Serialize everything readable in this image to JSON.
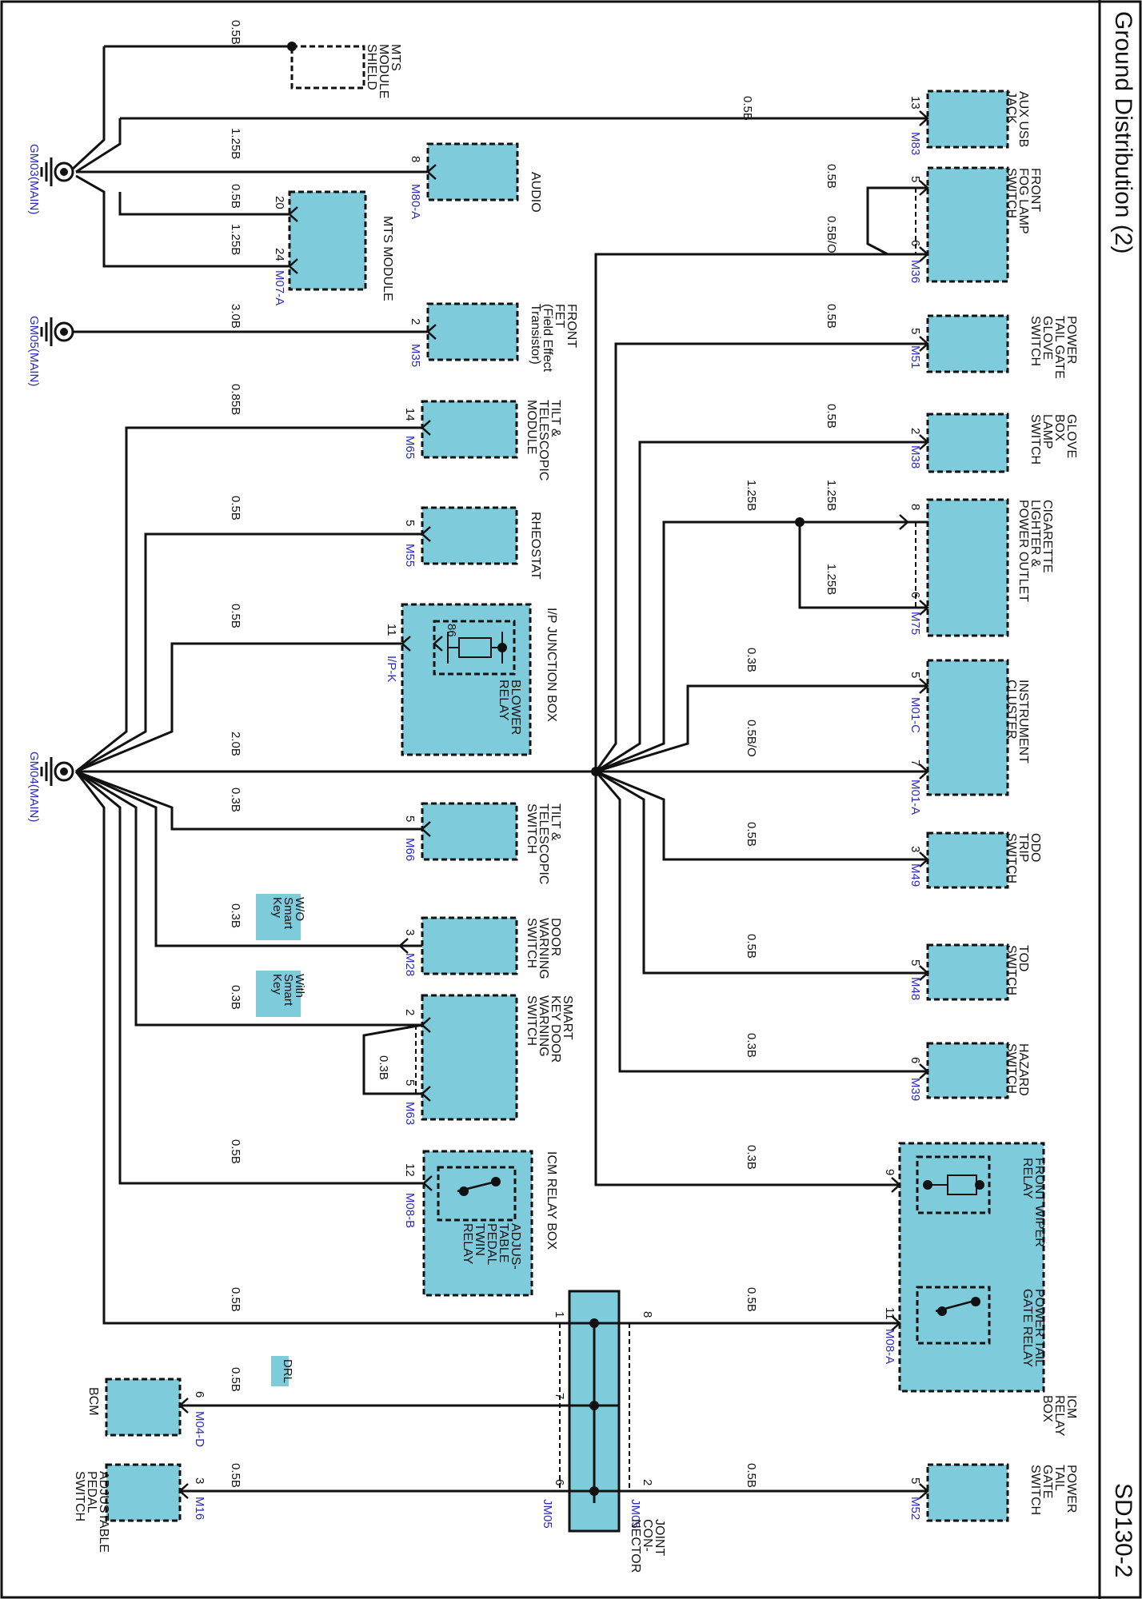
{
  "header": {
    "title": "Ground Distribution (2)",
    "code": "SD130-2"
  },
  "grounds": [
    {
      "id": "GM03(MAIN)"
    },
    {
      "id": "GM05(MAIN)"
    },
    {
      "id": "GM04(MAIN)"
    }
  ],
  "components": [
    {
      "key": "mts_shield",
      "name": [
        "MTS",
        "MODULE",
        "SHIELD"
      ],
      "connector": ""
    },
    {
      "key": "audio",
      "name": [
        "AUDIO"
      ],
      "connector": "M80-A"
    },
    {
      "key": "mts_module",
      "name": [
        "MTS MODULE"
      ],
      "connector": "M07-A"
    },
    {
      "key": "front_fet",
      "name": [
        "FRONT",
        "FET",
        "(Field Effect",
        "Transistor)"
      ],
      "connector": "M35"
    },
    {
      "key": "tilt_module",
      "name": [
        "TILT &",
        "TELESCOPIC",
        "MODULE"
      ],
      "connector": "M65"
    },
    {
      "key": "rheostat",
      "name": [
        "RHEOSTAT"
      ],
      "connector": "M55"
    },
    {
      "key": "ip_jb",
      "name": [
        "I/P JUNCTION BOX"
      ],
      "connector": "I/P-K"
    },
    {
      "key": "tilt_switch",
      "name": [
        "TILT &",
        "TELESCOPIC",
        "SWITCH"
      ],
      "connector": "M66"
    },
    {
      "key": "door_warning",
      "name": [
        "DOOR",
        "WARNING",
        "SWITCH"
      ],
      "connector": "M28"
    },
    {
      "key": "smart_key",
      "name": [
        "SMART",
        "KEY DOOR",
        "WARNING",
        "SWITCH"
      ],
      "connector": "M63"
    },
    {
      "key": "icm_left",
      "name": [
        "ICM RELAY BOX"
      ],
      "connector": "M08-B"
    },
    {
      "key": "bcm",
      "name": [
        "BCM"
      ],
      "connector": "M04-D"
    },
    {
      "key": "adj_pedal",
      "name": [
        "ADJUSTABLE",
        "PEDAL",
        "SWITCH"
      ],
      "connector": "M16"
    },
    {
      "key": "aux_usb",
      "name": [
        "AUX USB",
        "JACK"
      ],
      "connector": "M83"
    },
    {
      "key": "fog_lamp",
      "name": [
        "FRONT",
        "FOG LAMP",
        "SWITCH"
      ],
      "connector": "M36"
    },
    {
      "key": "tailgate_glove",
      "name": [
        "POWER",
        "TAIL GATE",
        "GLOVE",
        "SWITCH"
      ],
      "connector": "M51"
    },
    {
      "key": "glove_box",
      "name": [
        "GLOVE",
        "BOX",
        "LAMP",
        "SWITCH"
      ],
      "connector": "M38"
    },
    {
      "key": "cigarette",
      "name": [
        "CIGARETTE",
        "LIGHTER &",
        "POWER OUTLET"
      ],
      "connector": "M75"
    },
    {
      "key": "cluster",
      "name": [
        "INSTRUMENT",
        "CLUSTER"
      ],
      "connector": "M01-C"
    },
    {
      "key": "odo",
      "name": [
        "ODO",
        "TRIP",
        "SWITCH"
      ],
      "connector": "M49"
    },
    {
      "key": "tod",
      "name": [
        "TOD",
        "SWITCH"
      ],
      "connector": "M48"
    },
    {
      "key": "hazard",
      "name": [
        "HAZARD",
        "SWITCH"
      ],
      "connector": "M39"
    },
    {
      "key": "icm_right",
      "name": [
        "ICM",
        "RELAY",
        "BOX"
      ],
      "connector": "M08-A"
    },
    {
      "key": "tailgate_switch",
      "name": [
        "POWER",
        "TAIL",
        "GATE",
        "SWITCH"
      ],
      "connector": "M52"
    },
    {
      "key": "joint",
      "name": [
        "JOINT",
        "CON-",
        "NECTOR"
      ],
      "connector": "JM05"
    }
  ],
  "relays": [
    {
      "key": "blower",
      "name": [
        "BLOWER",
        "RELAY"
      ]
    },
    {
      "key": "adj_pedal_twin",
      "name": [
        "ADJUS-",
        "TABLE",
        "PEDAL",
        "TWIN",
        "RELAY"
      ]
    },
    {
      "key": "front_wiper",
      "name": [
        "FRONT WIPER",
        "RELAY"
      ]
    },
    {
      "key": "tailgate_relay",
      "name": [
        "POWER TAIL",
        "GATE RELAY"
      ]
    }
  ],
  "extra_connectors": [
    {
      "key": "m01a",
      "label": "M01-A"
    },
    {
      "key": "jm05_left",
      "label": "JM05"
    }
  ],
  "variants": [
    {
      "key": "wo_smart",
      "lines": [
        "W/O",
        "Smart",
        "Key"
      ]
    },
    {
      "key": "with_smart",
      "lines": [
        "With",
        "Smart",
        "Key"
      ]
    },
    {
      "key": "drl",
      "lines": [
        "DRL"
      ]
    }
  ],
  "wires": [
    {
      "key": "mts_shield",
      "gauge": "0.5B"
    },
    {
      "key": "aux_usb",
      "gauge": "0.5B"
    },
    {
      "key": "audio",
      "gauge": "1.25B"
    },
    {
      "key": "mts20",
      "gauge": "0.5B"
    },
    {
      "key": "mts24",
      "gauge": "1.25B"
    },
    {
      "key": "fet",
      "gauge": "3.0B"
    },
    {
      "key": "fog5",
      "gauge": "0.5B"
    },
    {
      "key": "fog6",
      "gauge": "0.5B/O"
    },
    {
      "key": "tailgate_glove",
      "gauge": "0.5B"
    },
    {
      "key": "glove_box",
      "gauge": "0.5B"
    },
    {
      "key": "cig_trunk",
      "gauge": "1.25B"
    },
    {
      "key": "cig8",
      "gauge": "1.25B"
    },
    {
      "key": "cig6",
      "gauge": "1.25B"
    },
    {
      "key": "tilt_module",
      "gauge": "0.85B"
    },
    {
      "key": "rheostat",
      "gauge": "0.5B"
    },
    {
      "key": "ipk",
      "gauge": "0.5B"
    },
    {
      "key": "cluster5",
      "gauge": "0.3B"
    },
    {
      "key": "cluster7",
      "gauge": "0.5B/O"
    },
    {
      "key": "main_trunk",
      "gauge": "2.0B"
    },
    {
      "key": "tilt_switch",
      "gauge": "0.3B"
    },
    {
      "key": "odo",
      "gauge": "0.5B"
    },
    {
      "key": "door",
      "gauge": "0.3B"
    },
    {
      "key": "tod",
      "gauge": "0.5B"
    },
    {
      "key": "smart2",
      "gauge": "0.3B"
    },
    {
      "key": "smart5",
      "gauge": "0.3B"
    },
    {
      "key": "hazard",
      "gauge": "0.3B"
    },
    {
      "key": "icm_b",
      "gauge": "0.5B"
    },
    {
      "key": "wiper",
      "gauge": "0.3B"
    },
    {
      "key": "joint1",
      "gauge": "0.5B"
    },
    {
      "key": "joint8",
      "gauge": "0.5B"
    },
    {
      "key": "bcm",
      "gauge": "0.5B"
    },
    {
      "key": "adj_pedal",
      "gauge": "0.5B"
    },
    {
      "key": "tailgate_switch",
      "gauge": "0.5B"
    }
  ],
  "pins": [
    {
      "key": "aux13",
      "n": "13"
    },
    {
      "key": "fog5",
      "n": "5"
    },
    {
      "key": "fog6",
      "n": "6"
    },
    {
      "key": "m51",
      "n": "5"
    },
    {
      "key": "m38",
      "n": "2"
    },
    {
      "key": "cig8",
      "n": "8"
    },
    {
      "key": "cig6",
      "n": "6"
    },
    {
      "key": "c5",
      "n": "5"
    },
    {
      "key": "c7",
      "n": "7"
    },
    {
      "key": "odo",
      "n": "3"
    },
    {
      "key": "tod",
      "n": "5"
    },
    {
      "key": "haz",
      "n": "6"
    },
    {
      "key": "wiper",
      "n": "9"
    },
    {
      "key": "tgr",
      "n": "11"
    },
    {
      "key": "m52",
      "n": "5"
    },
    {
      "key": "audio",
      "n": "8"
    },
    {
      "key": "mts20",
      "n": "20"
    },
    {
      "key": "mts24",
      "n": "24"
    },
    {
      "key": "fet",
      "n": "2"
    },
    {
      "key": "m65",
      "n": "14"
    },
    {
      "key": "m55",
      "n": "5"
    },
    {
      "key": "ipk",
      "n": "11"
    },
    {
      "key": "relay86",
      "n": "86"
    },
    {
      "key": "m66",
      "n": "5"
    },
    {
      "key": "m28",
      "n": "3"
    },
    {
      "key": "m63a",
      "n": "2"
    },
    {
      "key": "m63b",
      "n": "5"
    },
    {
      "key": "m08b",
      "n": "12"
    },
    {
      "key": "bcm",
      "n": "6"
    },
    {
      "key": "m16",
      "n": "3"
    },
    {
      "key": "j1",
      "n": "1"
    },
    {
      "key": "j7",
      "n": "7"
    },
    {
      "key": "j6",
      "n": "6"
    },
    {
      "key": "j8",
      "n": "8"
    },
    {
      "key": "j2",
      "n": "2"
    }
  ],
  "colors": {
    "component_fill": "#7ecbdc",
    "wire": "#111111",
    "connector_label": "#2b2bb8"
  }
}
